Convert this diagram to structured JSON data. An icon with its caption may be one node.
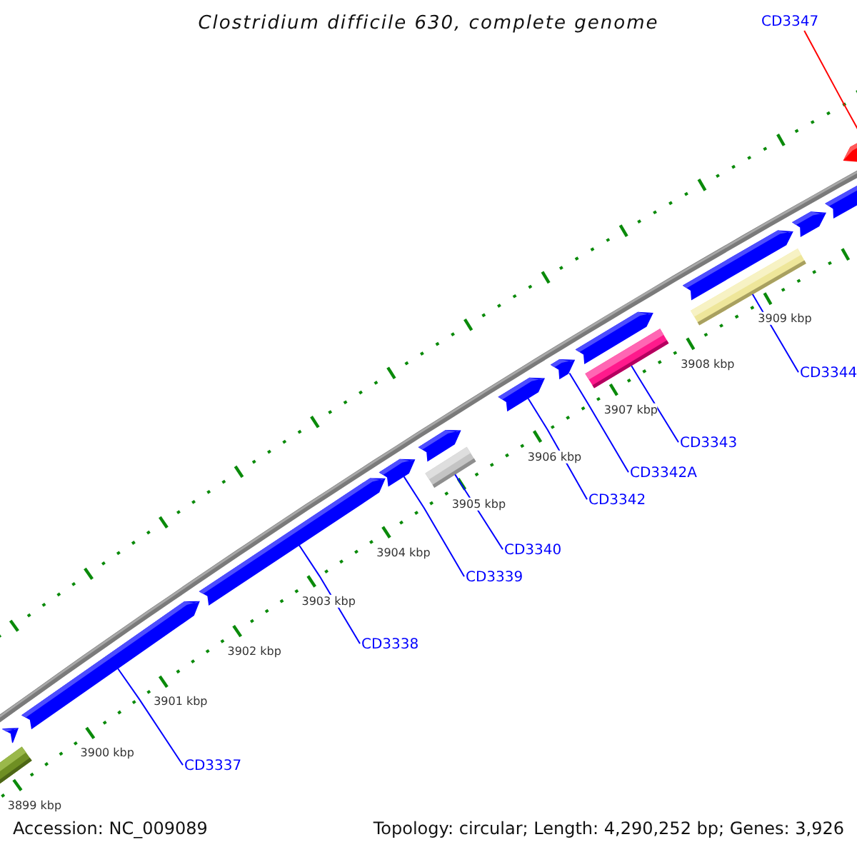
{
  "diagram": {
    "title": "Clostridium difficile 630, complete genome",
    "nodes": [
      {
        "text": [
          "CD3347"
        ]
      },
      {
        "text": [
          "CD3344"
        ]
      },
      {
        "text": [
          "CD3343"
        ]
      },
      {
        "text": [
          "CD3342A"
        ]
      },
      {
        "text": [
          "CD3342"
        ]
      },
      {
        "text": [
          "CD3340"
        ]
      },
      {
        "text": [
          "CD3339"
        ]
      },
      {
        "text": [
          "CD3338"
        ]
      },
      {
        "text": [
          "CD3337"
        ]
      },
      {
        "text": [],
        "shape": "arrow"
      },
      {
        "text": [],
        "shape": "bar"
      },
      {
        "text": [],
        "shape": "arrow"
      },
      {
        "text": [],
        "shape": "arrow"
      },
      {
        "text": [],
        "shape": "arrow"
      },
      {
        "text": [],
        "shape": "bar"
      },
      {
        "text": [],
        "shape": "arrow"
      },
      {
        "text": [],
        "shape": "arrow"
      },
      {
        "text": [],
        "shape": "arrow"
      },
      {
        "text": [],
        "shape": "bar"
      },
      {
        "text": [],
        "shape": "arrow"
      },
      {
        "text": [],
        "shape": "bar"
      },
      {
        "text": [],
        "shape": "arrow"
      },
      {
        "text": [],
        "shape": "arrow"
      },
      {
        "text": [],
        "shape": "arrow"
      },
      {
        "text": [],
        "shape": "arrow"
      }
    ],
    "edges": [
      {
        "from": 0,
        "to": 24,
        "arrow": "none",
        "color": "#ff0000"
      },
      {
        "from": 1,
        "to": 20,
        "arrow": "none"
      },
      {
        "from": 2,
        "to": 18,
        "arrow": "none"
      },
      {
        "from": 3,
        "to": 17,
        "arrow": "none"
      },
      {
        "from": 4,
        "to": 16,
        "arrow": "none"
      },
      {
        "from": 5,
        "to": 14,
        "arrow": "none"
      },
      {
        "from": 6,
        "to": 13,
        "arrow": "none"
      },
      {
        "from": 7,
        "to": 12,
        "arrow": "none"
      },
      {
        "from": 8,
        "to": 11,
        "arrow": "none"
      }
    ],
    "labels": [
      "3899 kbp",
      "3900 kbp",
      "3901 kbp",
      "3902 kbp",
      "3903 kbp",
      "3904 kbp",
      "3905 kbp",
      "3906 kbp",
      "3907 kbp",
      "3908 kbp",
      "3909 kbp",
      "Accession: NC_009089",
      "Topology: circular; Length: 4,290,252 bp; Genes: 3,926"
    ]
  }
}
